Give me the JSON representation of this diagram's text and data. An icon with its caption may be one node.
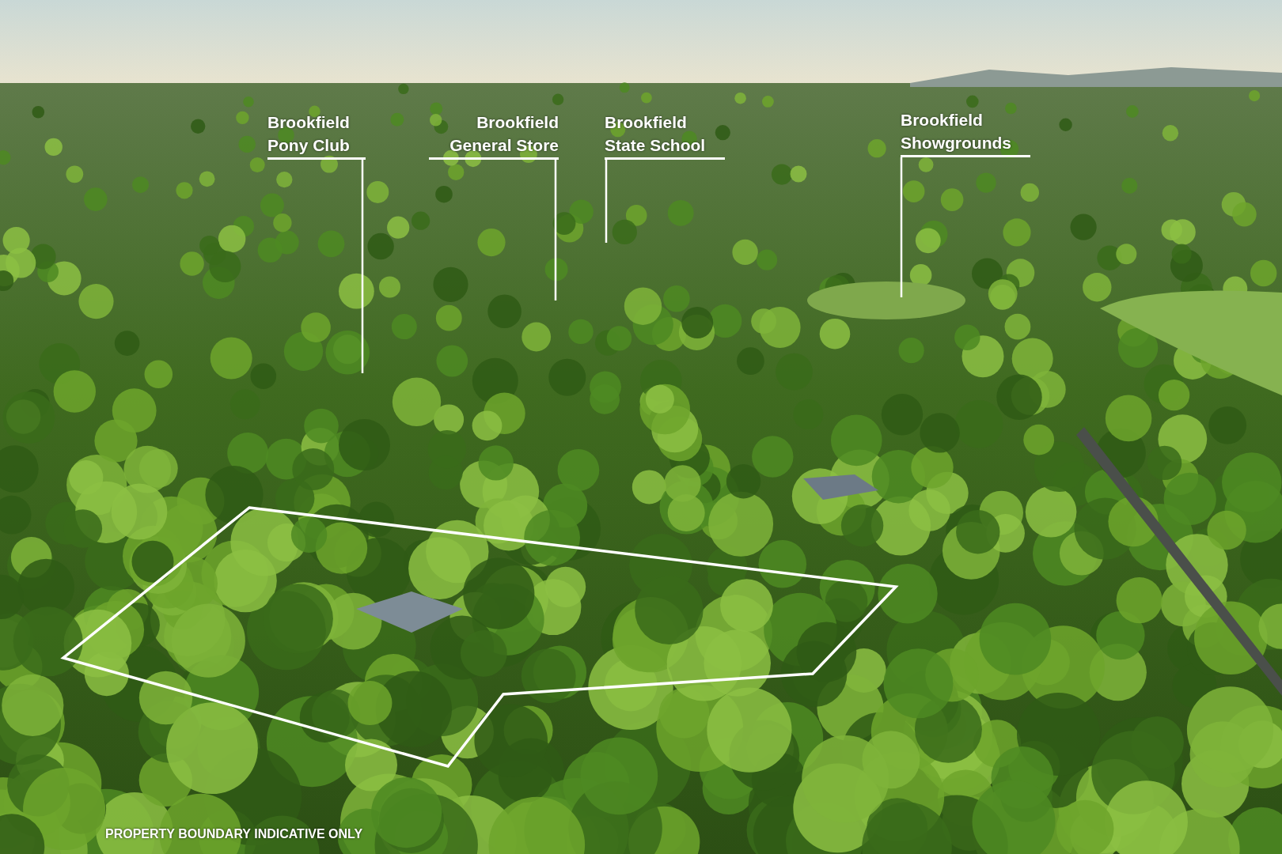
{
  "diagram": {
    "nodes": [
      {
        "text": [
          "Brookfield Pony Club"
        ]
      },
      {
        "text": [
          "Brookfield General Store"
        ]
      },
      {
        "text": [
          "Brookfield State School"
        ]
      },
      {
        "text": [
          "Brookfield Showgrounds"
        ]
      }
    ],
    "edges": [
      {
        "from": 0,
        "to": null,
        "arrow": "none"
      },
      {
        "from": 1,
        "to": null,
        "arrow": "none"
      },
      {
        "from": 2,
        "to": null,
        "arrow": "none"
      },
      {
        "from": 3,
        "to": null,
        "arrow": "none"
      }
    ],
    "labels": [
      "PROPERTY BOUNDARY INDICATIVE ONLY"
    ]
  }
}
